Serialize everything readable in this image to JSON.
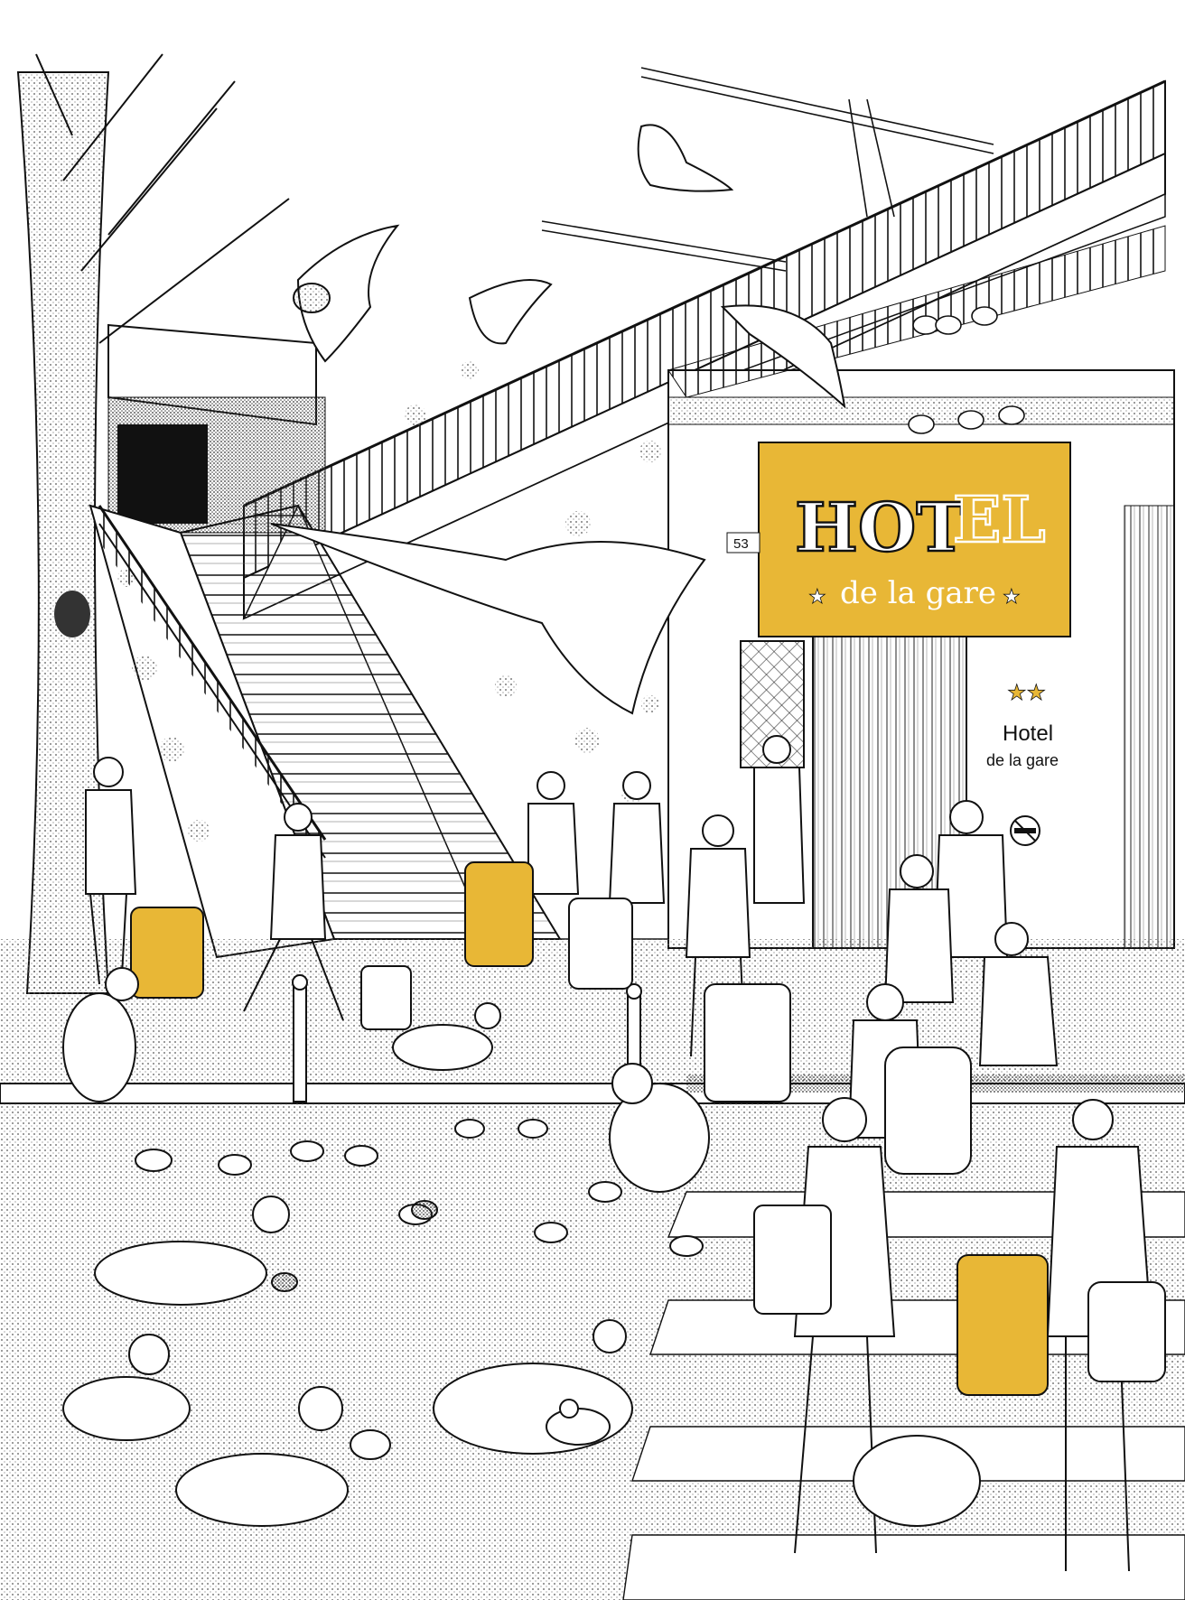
{
  "hotel_sign": {
    "title_part1": "HOT",
    "title_part2": "EL",
    "subtitle": "de la gare",
    "star_left": "★",
    "star_right": "★"
  },
  "wall_plate": {
    "stars": "★★",
    "line1": "Hotel",
    "line2": "de la gare"
  },
  "street_number": "53",
  "colors": {
    "accent_yellow": "#E8B736",
    "ink": "#1a1a1a",
    "paper": "#ffffff",
    "stipple": "#9a9a9a"
  },
  "icons": {
    "no_smoking": "no-smoking-icon"
  }
}
